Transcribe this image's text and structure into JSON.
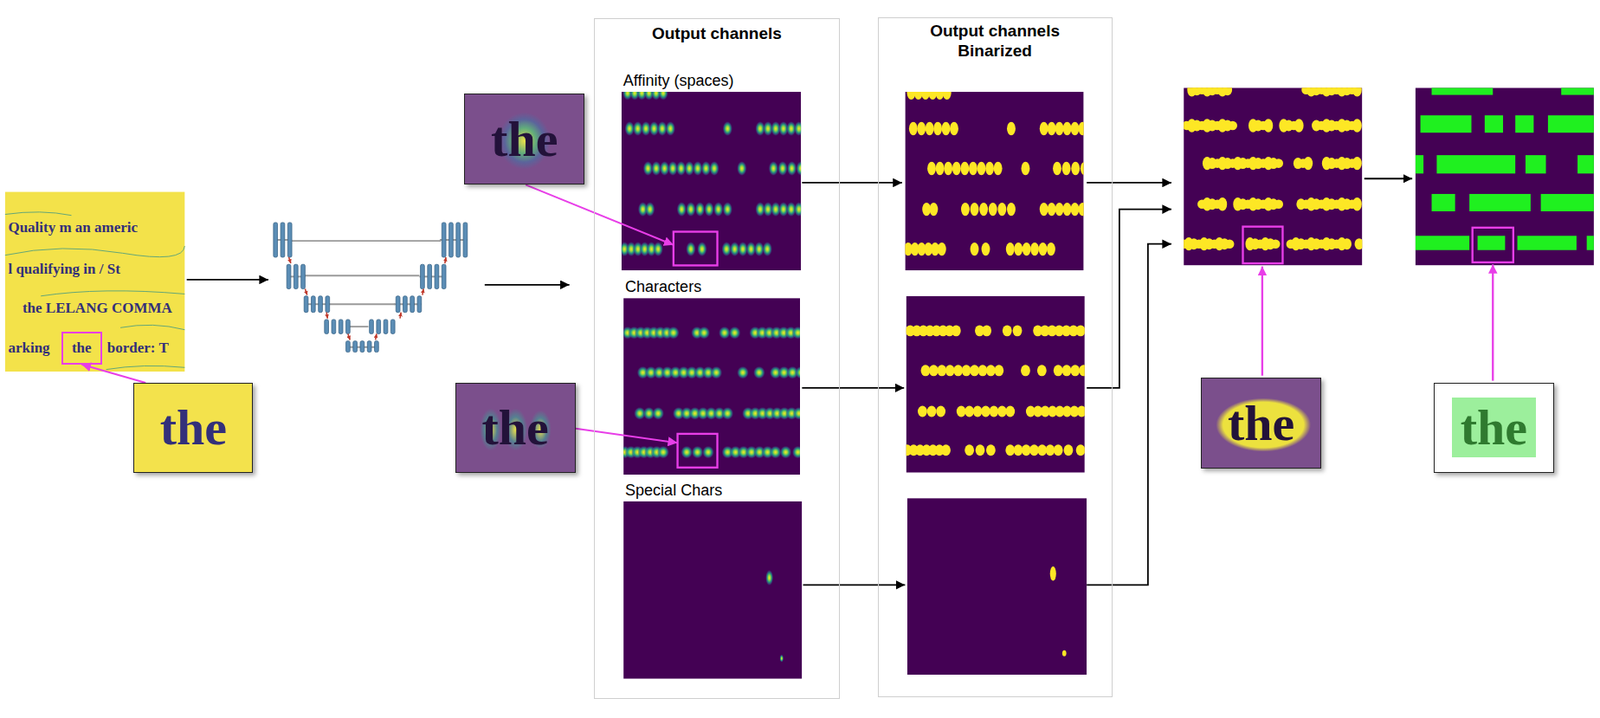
{
  "diagram": {
    "nodes": [
      {
        "text": [
          "Quality m an americ",
          "l qualifying in / St",
          "the LELANG COMMA",
          "arking",
          "border: T"
        ]
      },
      {
        "text": [
          "the"
        ],
        "in": 0
      },
      {
        "text": [
          "the"
        ]
      },
      {
        "text": [
          "the"
        ]
      },
      {
        "text": [
          "the"
        ]
      },
      {
        "text": [
          "Output channels"
        ]
      },
      {
        "text": [
          "Affinity (spaces)"
        ],
        "in": 5
      },
      {
        "text": [
          "Characters"
        ],
        "in": 5
      },
      {
        "text": [
          "Special Chars"
        ],
        "in": 5
      },
      {
        "text": [
          "Output channels Binarized"
        ]
      },
      {
        "text": [
          "the"
        ]
      },
      {
        "text": [
          "the"
        ]
      }
    ],
    "edges": [
      {
        "from": 2,
        "to": 1,
        "arrow": "to"
      },
      {
        "from": 3,
        "to": 6,
        "arrow": "to"
      },
      {
        "from": 4,
        "to": 7,
        "arrow": "to"
      }
    ]
  }
}
